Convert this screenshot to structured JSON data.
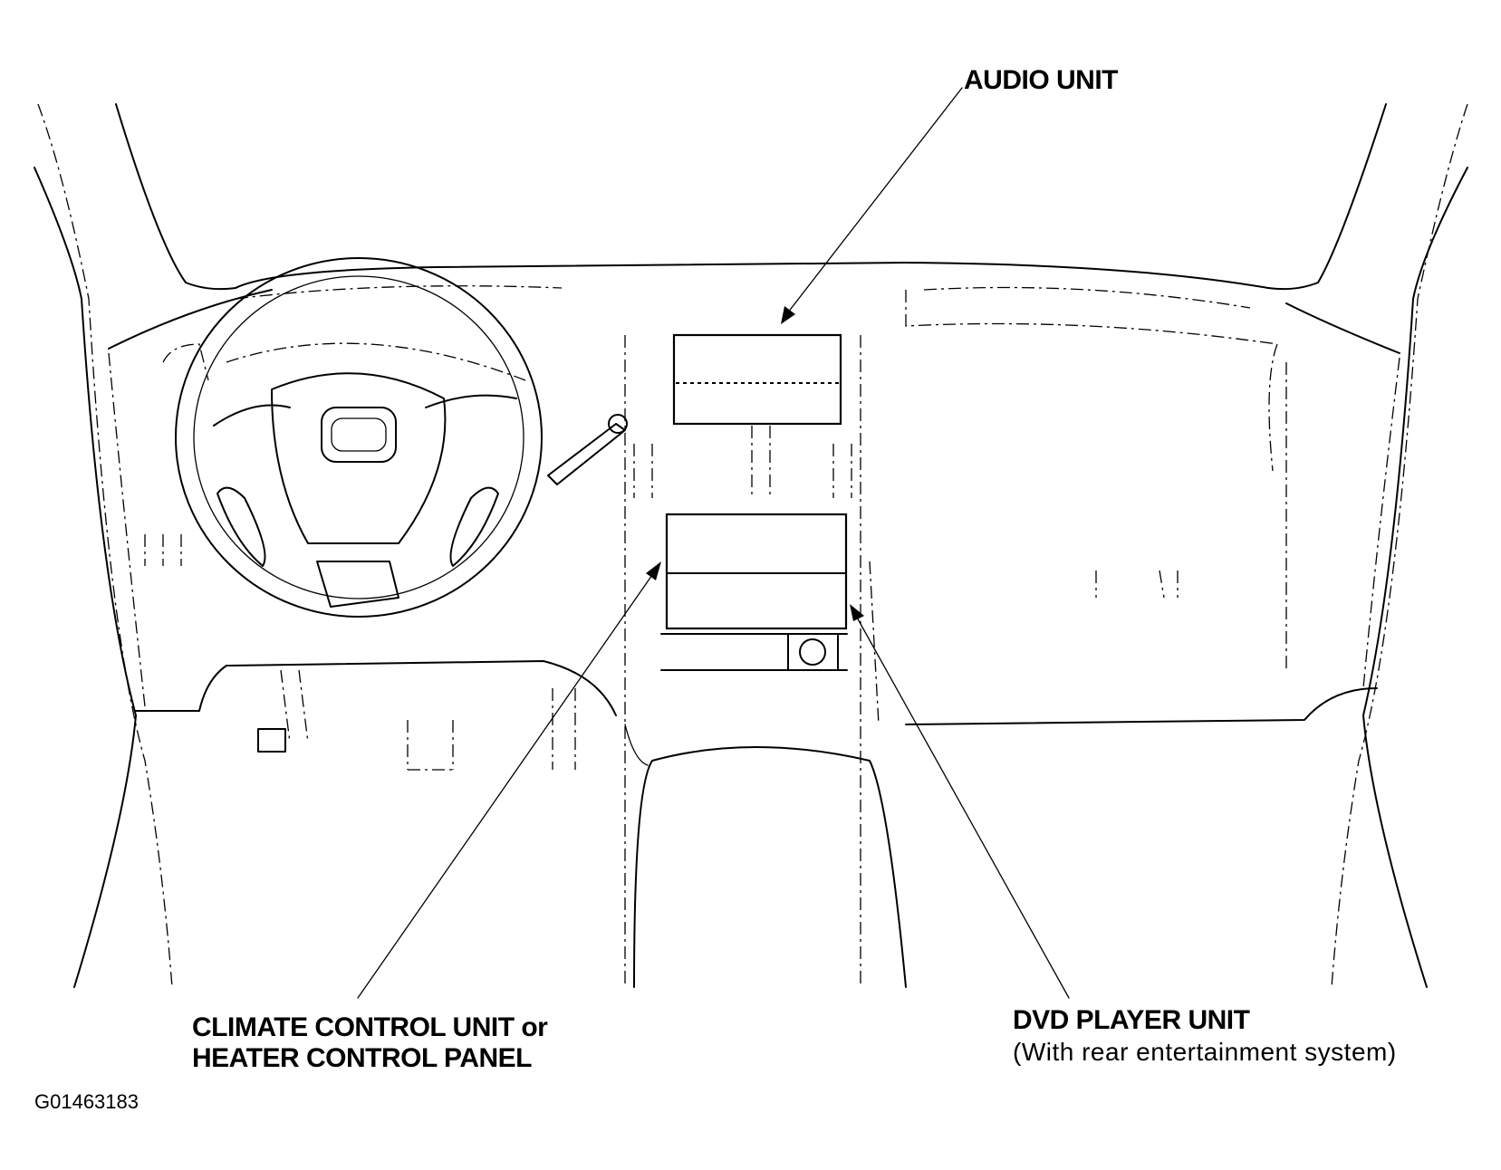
{
  "labels": {
    "audio_unit": "AUDIO UNIT",
    "climate_line1": "CLIMATE CONTROL UNIT or",
    "climate_line2": "HEATER CONTROL PANEL",
    "dvd_line1": "DVD PLAYER UNIT",
    "dvd_line2": "(With rear entertainment system)",
    "figure_code": "G01463183"
  }
}
